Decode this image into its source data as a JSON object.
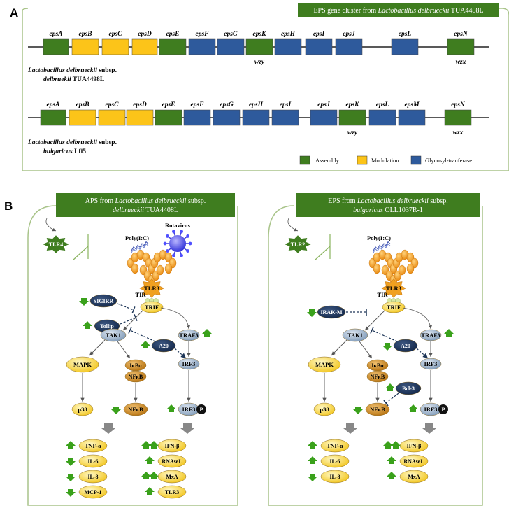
{
  "panelA": {
    "letter": "A",
    "header_italic_pre": "EPS gene cluster from ",
    "header_italic": "Lactobacillus delbrueckii",
    "header_post": " TUA4408L",
    "row1_genes": [
      "epsA",
      "epsB",
      "epsC",
      "epsD",
      "epsE",
      "epsF",
      "epsG",
      "epsK",
      "epsH",
      "epsI",
      "epsJ",
      "epsL",
      "epsN"
    ],
    "row1_sub": [
      "wzy",
      "wzx"
    ],
    "row1_org_line1_italic": "Lactobacillus delbrueckii",
    "row1_org_line1_post": " subsp.",
    "row1_org_line2_italic": "delbruekii",
    "row1_org_line2_post": " TUA4498L",
    "row2_genes": [
      "epsA",
      "epsB",
      "epsC",
      "epsD",
      "epsE",
      "epsF",
      "epsG",
      "epsH",
      "epsI",
      "epsJ",
      "epsK",
      "epsL",
      "epsM",
      "epsN"
    ],
    "row2_sub": [
      "wzy",
      "wzx"
    ],
    "row2_org_line1_italic": "Lactobacillus delbrueckii",
    "row2_org_line1_post": " subsp.",
    "row2_org_line2_italic": "bulgaricus",
    "row2_org_line2_post": " Lfi5",
    "legend": [
      {
        "label": "Assembly",
        "color": "#3f7d1f"
      },
      {
        "label": "Modulation",
        "color": "#fcc419"
      },
      {
        "label": "Glycosyl-tranferase",
        "color": "#2e5a9c"
      }
    ]
  },
  "panelB": {
    "letter": "B",
    "left": {
      "header_l1_pre": "APS from ",
      "header_l1_italic": "Lactobacillus delbrueckii",
      "header_l1_post": " subsp.",
      "header_l2_italic": "delbrueckii",
      "header_l2_post": " TUA4408L",
      "tlr": "TLR4",
      "polyic": "Poly(I:C)",
      "virus": "Rotavirus",
      "tlr3": "TLR3",
      "tir": "TIR",
      "trif": "TRIF",
      "inhib1": "SIGIRR",
      "inhib2": "Tollip",
      "tak1": "TAK1",
      "a20": "A20",
      "traf3": "TRAF3",
      "irf3": "IRF3",
      "mapk": "MAPK",
      "ikb": "IκBα",
      "nfkb_c": "NFκB",
      "p38": "p38",
      "nfkb": "NFκB",
      "irf3p": "IRF3",
      "p": "P",
      "cyt": [
        "TNF-α",
        "IL-6",
        "IL-8",
        "MCP-1"
      ],
      "ifn": [
        "IFN-β",
        "RNAseL",
        "MxA",
        "TLR3"
      ]
    },
    "right": {
      "header_l1_pre": "EPS from ",
      "header_l1_italic": "Lactobacillus delbrueckii",
      "header_l1_post": " subsp.",
      "header_l2_italic": "bulgaricus",
      "header_l2_post": " OLL1037R-1",
      "tlr": "TLR2",
      "polyic": "Poly(I:C)",
      "tlr3": "TLR3",
      "tir": "TIR",
      "trif": "TRIF",
      "inhib1": "IRAK-M",
      "tak1": "TAK1",
      "a20": "A20",
      "traf3": "TRAF3",
      "irf3": "IRF3",
      "mapk": "MAPK",
      "ikb": "IκBα",
      "nfkb_c": "NFκB",
      "bcl3": "Bcl-3",
      "p38": "p38",
      "nfkb": "NFκB",
      "irf3p": "IRF3",
      "p": "P",
      "cyt": [
        "TNF-α",
        "IL-6",
        "IL-8"
      ],
      "ifn": [
        "IFN-β",
        "RNAseL",
        "MxA"
      ]
    }
  },
  "colors": {
    "assembly": "#3f7d1f",
    "modulation": "#fcc419",
    "glyco": "#2e5a9c",
    "frame": "#a9c48a",
    "header": "#3f7d1f",
    "arrow_up": "#3aa11b",
    "arrow_dn": "#3aa11b"
  }
}
